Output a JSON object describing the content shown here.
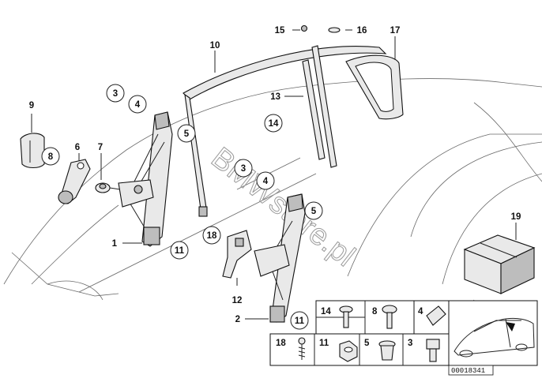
{
  "callouts": {
    "c1": "1",
    "c2": "2",
    "c3a": "3",
    "c3b": "3",
    "c4a": "4",
    "c4b": "4",
    "c5a": "5",
    "c5b": "5",
    "c6": "6",
    "c7": "7",
    "c8": "8",
    "c9": "9",
    "c10": "10",
    "c11a": "11",
    "c11b": "11",
    "c12": "12",
    "c13": "13",
    "c14": "14",
    "c15": "15",
    "c16": "16",
    "c17": "17",
    "c18": "18",
    "c19": "19"
  },
  "hardware_table": {
    "row1": [
      "14",
      "8",
      "4"
    ],
    "row2": [
      "18",
      "11",
      "5",
      "3"
    ]
  },
  "watermark": "BMWstore.pl",
  "drawing_code": "00018341"
}
